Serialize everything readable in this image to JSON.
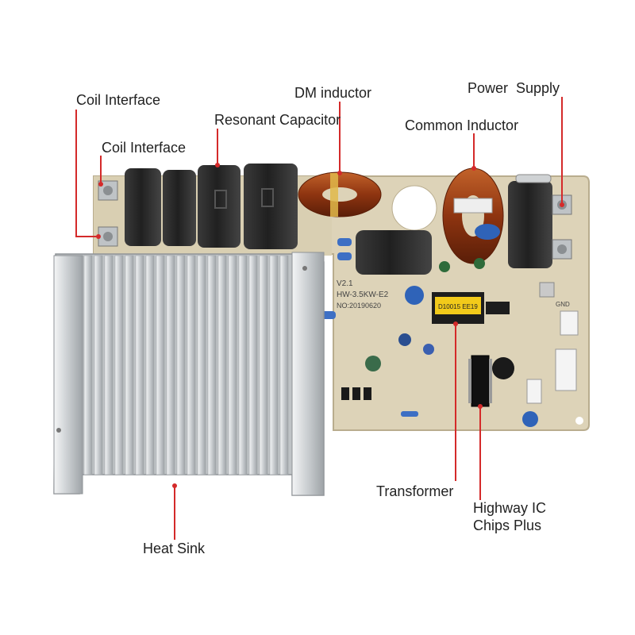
{
  "labels": {
    "coil_interface_top": "Coil Interface",
    "coil_interface_mid": "Coil Interface",
    "resonant_capacitor": "Resonant Capacitor",
    "dm_inductor": "DM inductor",
    "common_inductor": "Common Inductor",
    "power_supply": "Power  Supply",
    "transformer": "Transformer",
    "highway_ic_line1": "Highway IC",
    "highway_ic_line2": "Chips Plus",
    "heat_sink": "Heat Sink"
  },
  "board_print": {
    "version": "V2.1",
    "model": "HW-3.5KW-E2",
    "serial": "NO:20190620",
    "transformer_mark": "D10015 EE19",
    "ground_mark": "GND"
  },
  "colors": {
    "leader_line": "#d42a2a",
    "pcb": "#ddd3b8",
    "heatsink": "#d9dcde",
    "capacitor_body": "#2a2a2a",
    "copper_coil": "#9a3a12"
  }
}
